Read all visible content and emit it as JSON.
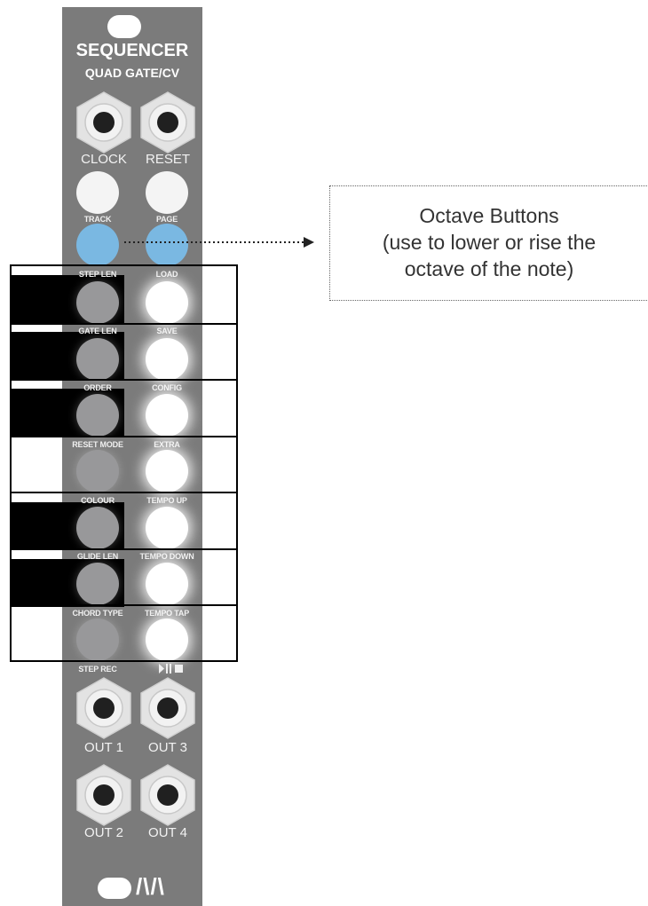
{
  "panel": {
    "title": "SEQUENCER",
    "subtitle": "QUAD GATE/CV",
    "logo_text": "/\\/\\"
  },
  "top_jacks": [
    {
      "label": "CLOCK",
      "icon": "jack-socket-icon"
    },
    {
      "label": "RESET",
      "icon": "jack-socket-icon"
    }
  ],
  "top_buttons": {
    "track_label": "TRACK",
    "page_label": "PAGE"
  },
  "button_rows": [
    {
      "left_label": "STEP LEN",
      "right_label": "LOAD"
    },
    {
      "left_label": "GATE LEN",
      "right_label": "SAVE"
    },
    {
      "left_label": "ORDER",
      "right_label": "CONFIG"
    },
    {
      "left_label": "RESET MODE",
      "right_label": "EXTRA"
    },
    {
      "left_label": "COLOUR",
      "right_label": "TEMPO UP"
    },
    {
      "left_label": "GLIDE LEN",
      "right_label": "TEMPO DOWN"
    },
    {
      "left_label": "CHORD TYPE",
      "right_label": "TEMPO TAP"
    }
  ],
  "bottom_labels": {
    "step_rec": "STEP REC",
    "play_stop_icon": "play-pause-stop-icon"
  },
  "output_jacks": [
    {
      "label": "OUT 1"
    },
    {
      "label": "OUT 3"
    },
    {
      "label": "OUT 2"
    },
    {
      "label": "OUT 4"
    }
  ],
  "callout": {
    "line1": "Octave Buttons",
    "line2": "(use to lower or rise the",
    "line3": "octave of the note)"
  },
  "colors": {
    "panel": "#7b7b7b",
    "octave_button": "#7ab8e2",
    "frame": "#000000"
  }
}
